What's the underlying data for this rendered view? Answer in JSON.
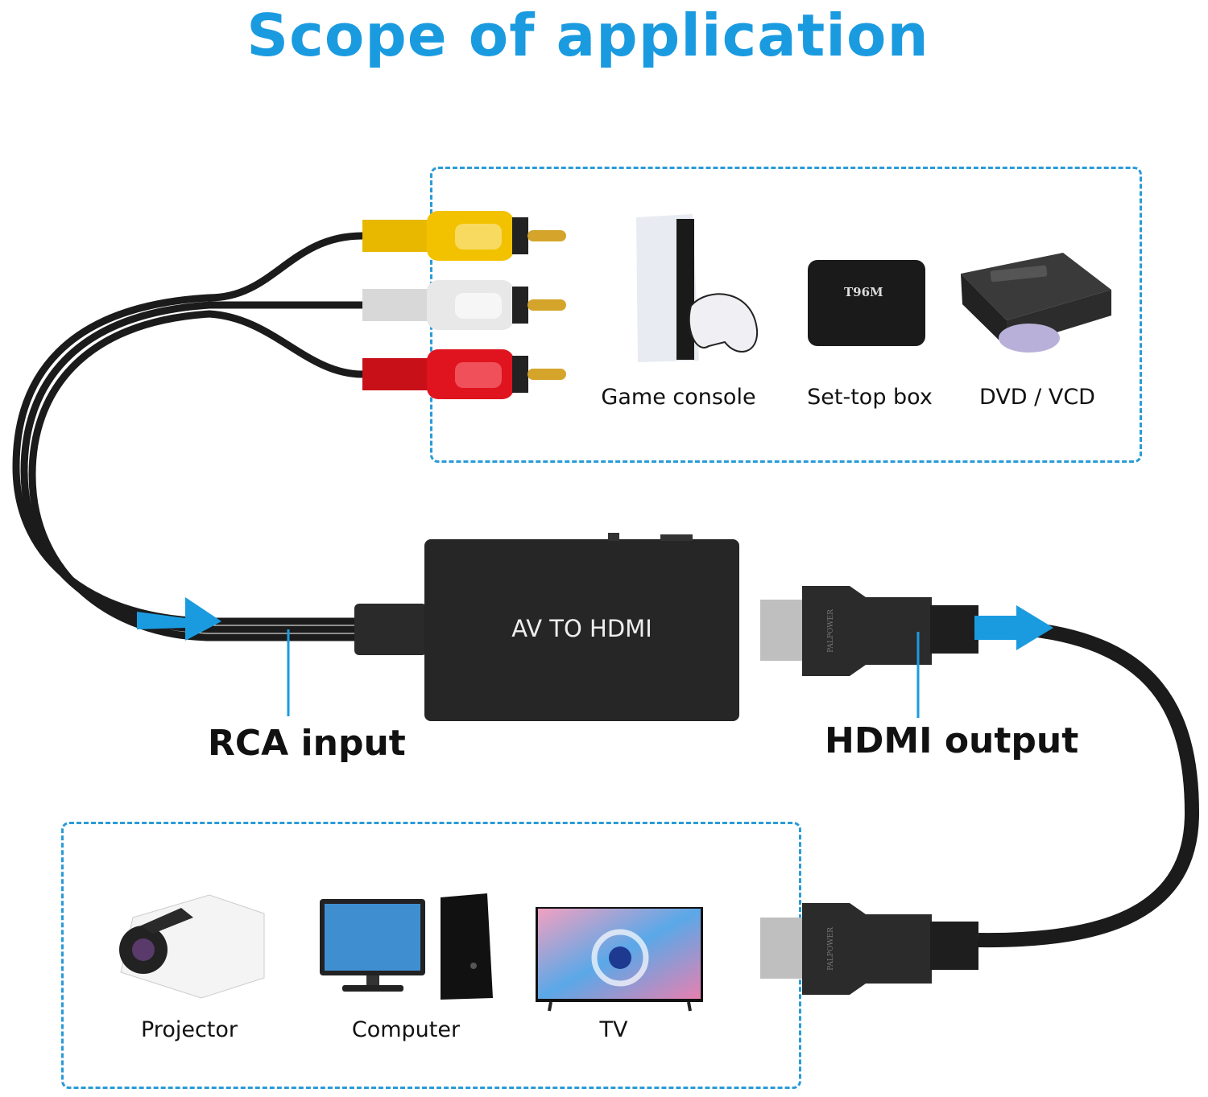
{
  "title": "Scope of application",
  "input_devices": [
    {
      "label": "Game console",
      "icon": "game-console-icon"
    },
    {
      "label": "Set-top box",
      "icon": "set-top-box-icon",
      "brand": "T96M"
    },
    {
      "label": "DVD / VCD",
      "icon": "dvd-player-icon"
    }
  ],
  "output_devices": [
    {
      "label": "Projector",
      "icon": "projector-icon"
    },
    {
      "label": "Computer",
      "icon": "computer-icon"
    },
    {
      "label": "TV",
      "icon": "tv-icon"
    }
  ],
  "converter": {
    "label": "AV TO HDMI"
  },
  "labels": {
    "rca_input": "RCA input",
    "hdmi_output": "HDMI output"
  },
  "connector_brand": "PALPOWER",
  "rca_colors": {
    "yellow": "#f2c200",
    "white": "#e8e8e8",
    "red": "#e0141e"
  },
  "colors": {
    "accent": "#1a9be0",
    "device": "#1e1e1e"
  }
}
